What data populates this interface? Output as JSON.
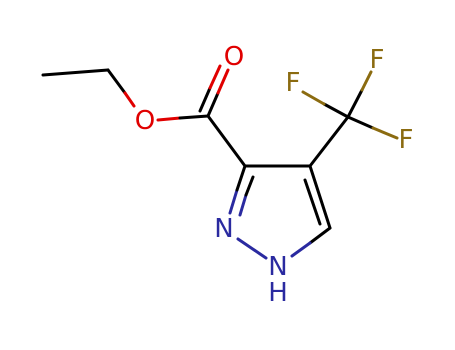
{
  "molecule": {
    "atoms": {
      "carbonyl_oxygen": "O",
      "ester_oxygen": "O",
      "fluorine_top": "F",
      "fluorine_left": "F",
      "fluorine_right": "F",
      "ring_nitrogen_2": "N",
      "ring_nitrogen_1": "N",
      "ring_nh_hydrogen": "H"
    },
    "colors": {
      "carbon": "#000000",
      "oxygen": "#e00000",
      "nitrogen": "#2a2aa0",
      "fluorine": "#8b6b10"
    }
  }
}
